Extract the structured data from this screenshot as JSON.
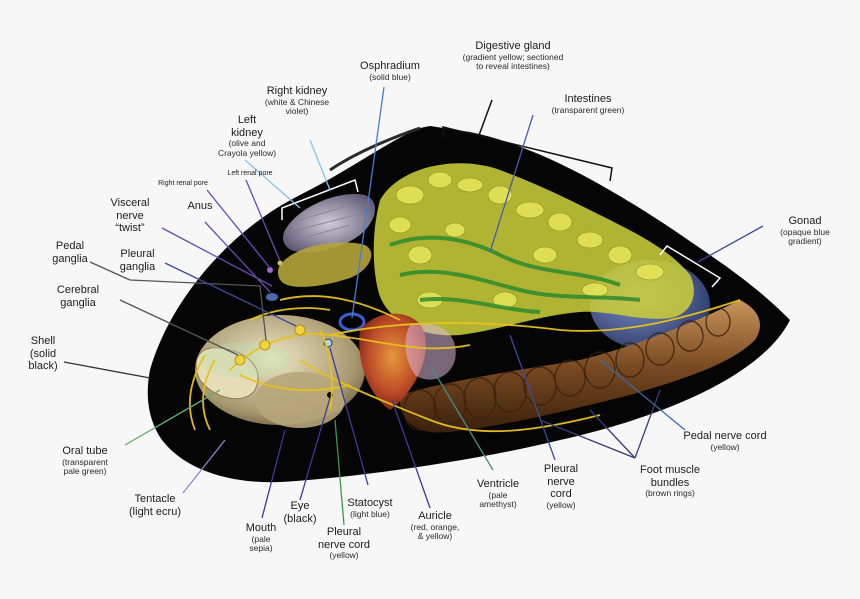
{
  "labels": {
    "digestive_gland": {
      "main": "Digestive gland",
      "sub1": "(gradient yellow; sectioned",
      "sub2": "to reveal intestines)"
    },
    "osphradium": {
      "main": "Osphradium",
      "sub1": "(solid blue)"
    },
    "right_kidney": {
      "main": "Right kidney",
      "sub1": "(white & Chinese",
      "sub2": "violet)"
    },
    "left_kidney": {
      "main1": "Left",
      "main2": "kidney",
      "sub1": "(olive and",
      "sub2": "Crayola yellow)"
    },
    "intestines": {
      "main": "Intestines",
      "sub1": "(transparent green)"
    },
    "right_renal_pore": {
      "main": "Right renal pore"
    },
    "left_renal_pore": {
      "main": "Left renal pore"
    },
    "visceral_nerve": {
      "main1": "Visceral",
      "main2": "nerve",
      "main3": "“twist”"
    },
    "anus": {
      "main": "Anus"
    },
    "pedal_ganglia": {
      "main1": "Pedal",
      "main2": "ganglia"
    },
    "pleural_ganglia": {
      "main1": "Pleural",
      "main2": "ganglia"
    },
    "cerebral_ganglia": {
      "main1": "Cerebral",
      "main2": "ganglia"
    },
    "shell": {
      "main1": "Shell",
      "sub1": "(solid",
      "sub2": "black)"
    },
    "gonad": {
      "main": "Gonad",
      "sub1": "(opaque blue",
      "sub2": "gradient)"
    },
    "oral_tube": {
      "main": "Oral tube",
      "sub1": "(transparent",
      "sub2": "pale green)"
    },
    "tentacle": {
      "main1": "Tentacle",
      "main2": "(light ecru)"
    },
    "mouth": {
      "main": "Mouth",
      "sub1": "(pale",
      "sub2": "sepia)"
    },
    "eye": {
      "main1": "Eye",
      "main2": "(black)"
    },
    "pleural_nerve_cord_left": {
      "main1": "Pleural",
      "main2": "nerve cord",
      "sub1": "(yellow)"
    },
    "statocyst": {
      "main": "Statocyst",
      "sub1": "(light blue)"
    },
    "auricle": {
      "main": "Auricle",
      "sub1": "(red, orange,",
      "sub2": "& yellow)"
    },
    "ventricle": {
      "main": "Ventricle",
      "sub1": "(pale",
      "sub2": "amethyst)"
    },
    "pleural_nerve_cord_right": {
      "main1": "Pleural",
      "main2": "nerve",
      "main3": "cord",
      "sub1": "(yellow)"
    },
    "foot_muscle": {
      "main1": "Foot muscle",
      "main2": "bundles",
      "sub1": "(brown rings)"
    },
    "pedal_nerve_cord": {
      "main": "Pedal nerve cord",
      "sub1": "(yellow)"
    }
  },
  "colors": {
    "background": "#f7f7f7",
    "shell": "#050505",
    "digestive_gland": "#c9cc3a",
    "intestines": "#2e8a2e",
    "gonad": "#5a6fa0",
    "foot": "#7a4a22",
    "auricle": "#c8502a",
    "nerve": "#e8c21a",
    "head": "#d8cfa8",
    "kidney_right": "#b9b2c8",
    "kidney_left": "#b5a43a",
    "osphradium": "#3a5fd0"
  }
}
